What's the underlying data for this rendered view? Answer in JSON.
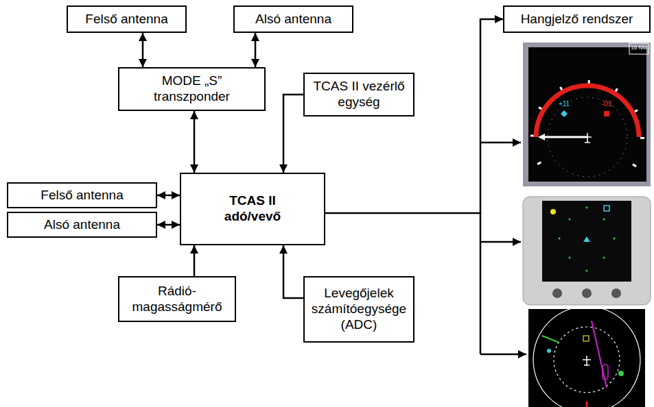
{
  "diagram": {
    "nodes": [
      {
        "text": [
          "Felső antenna"
        ]
      },
      {
        "text": [
          "Alsó antenna"
        ]
      },
      {
        "text": [
          "MODE „S” transzponder"
        ]
      },
      {
        "text": [
          "TCAS II vezérlő egység"
        ]
      },
      {
        "text": [
          "Hangjelző rendszer"
        ]
      },
      {
        "text": [
          "Felső antenna"
        ]
      },
      {
        "text": [
          "Alsó antenna"
        ]
      },
      {
        "text": [
          "TCAS II adó/vevő"
        ]
      },
      {
        "text": [
          "Rádió- magasságmérő"
        ]
      },
      {
        "text": [
          "Levegőjelek számítóegysége (ADC)"
        ]
      }
    ],
    "edges": [
      {
        "from": 0,
        "to": 2,
        "arrow": "both"
      },
      {
        "from": 1,
        "to": 2,
        "arrow": "both"
      },
      {
        "from": 2,
        "to": 7,
        "arrow": "both"
      },
      {
        "from": 3,
        "to": 7,
        "arrow": "to"
      },
      {
        "from": 5,
        "to": 7,
        "arrow": "both"
      },
      {
        "from": 6,
        "to": 7,
        "arrow": "both"
      },
      {
        "from": 8,
        "to": 7,
        "arrow": "to"
      },
      {
        "from": 9,
        "to": 7,
        "arrow": "to"
      },
      {
        "from": 7,
        "to": 4,
        "arrow": "to"
      }
    ],
    "labels": [
      "16 NM",
      "+11",
      "-01"
    ]
  }
}
